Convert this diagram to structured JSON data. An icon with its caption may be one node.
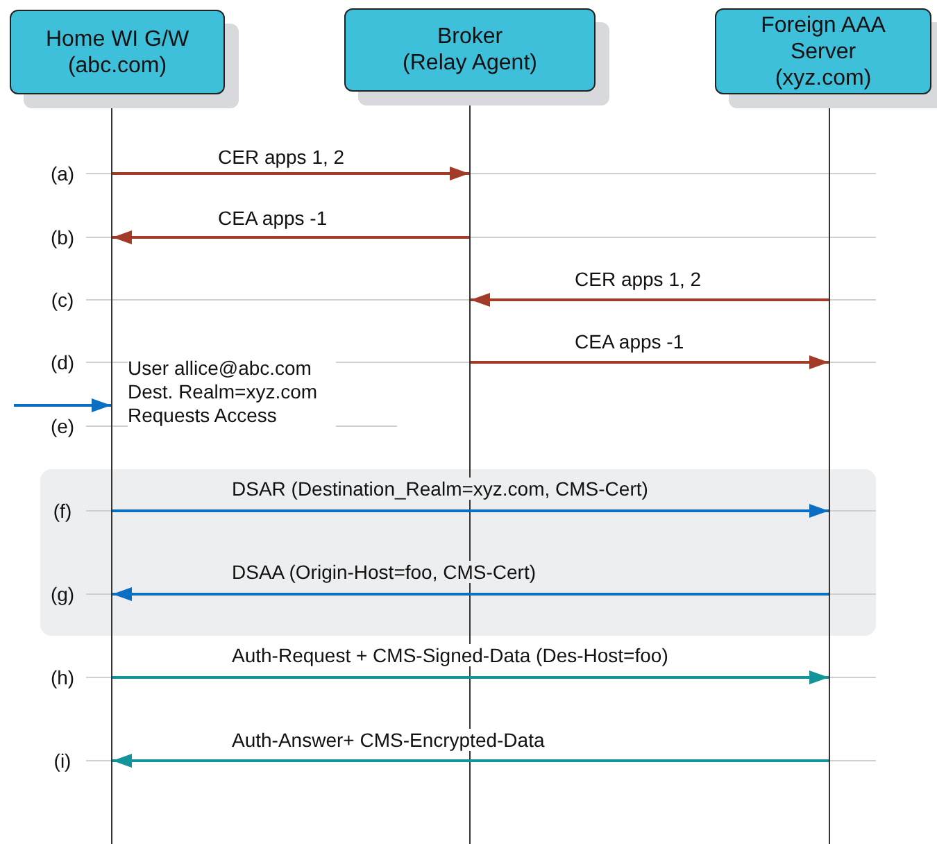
{
  "diagram": {
    "nodes": [
      {
        "text": [
          "Home WI G/W",
          "(abc.com)"
        ]
      },
      {
        "text": [
          "Broker",
          "(Relay Agent)"
        ]
      },
      {
        "text": [
          "Foreign AAA Server",
          "(xyz.com)"
        ]
      },
      {
        "text": [],
        "shape": "bar"
      },
      {
        "text": [],
        "shape": "bar"
      },
      {
        "text": [],
        "shape": "bar"
      }
    ],
    "edges": [
      {
        "from": 3,
        "to": 4,
        "arrow": "to",
        "label": "CER apps 1, 2"
      },
      {
        "from": 4,
        "to": 3,
        "arrow": "to",
        "label": "CEA apps -1"
      },
      {
        "from": 5,
        "to": 4,
        "arrow": "to",
        "label": "CER apps 1, 2"
      },
      {
        "from": 4,
        "to": 5,
        "arrow": "to",
        "label": "CEA apps -1"
      },
      {
        "from": null,
        "to": 3,
        "arrow": "to",
        "color": "#0a6fc2"
      },
      {
        "from": 3,
        "to": 5,
        "arrow": "to",
        "label": "DSAR (Destination_Realm=xyz.com, CMS-Cert)",
        "color": "#0a6fc2"
      },
      {
        "from": 5,
        "to": 3,
        "arrow": "to",
        "label": "DSAA (Origin-Host=foo, CMS-Cert)",
        "color": "#0a6fc2"
      },
      {
        "from": 3,
        "to": 5,
        "arrow": "to",
        "label": "Auth-Request + CMS-Signed-Data (Des-Host=foo)",
        "color": "#13939a"
      },
      {
        "from": 5,
        "to": 3,
        "arrow": "to",
        "label": "Auth-Answer+ CMS-Encrypted-Data",
        "color": "#13939a"
      }
    ],
    "labels": [
      "(a)",
      "(b)",
      "(c)",
      "(d)",
      "User allice@abc.com Dest. Realm=xyz.com Requests Access",
      "(e)",
      "(f)",
      "(g)",
      "(h)",
      "(i)"
    ]
  }
}
